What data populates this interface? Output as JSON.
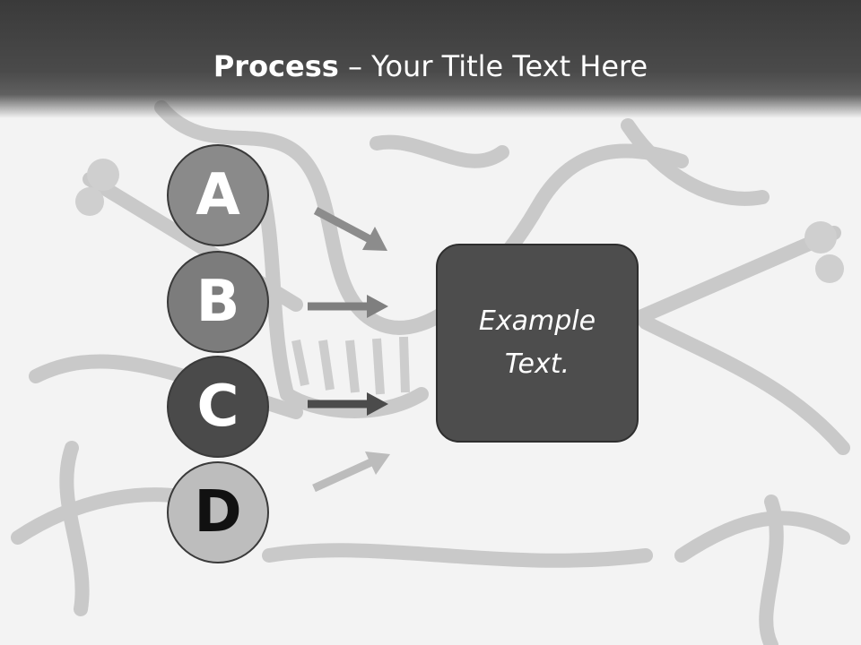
{
  "title": {
    "bold": "Process",
    "rest": " – Your Title Text Here"
  },
  "steps": [
    {
      "label": "A"
    },
    {
      "label": "B"
    },
    {
      "label": "C"
    },
    {
      "label": "D"
    }
  ],
  "result": {
    "text": "Example Text."
  },
  "colors": {
    "title_bar": "#404040",
    "circle_a": "#8a8a8a",
    "circle_b": "#7c7c7c",
    "circle_c": "#4a4a4a",
    "circle_d": "#bdbdbd",
    "result_box": "#4d4d4d",
    "background_art": "#c8c8c8"
  }
}
